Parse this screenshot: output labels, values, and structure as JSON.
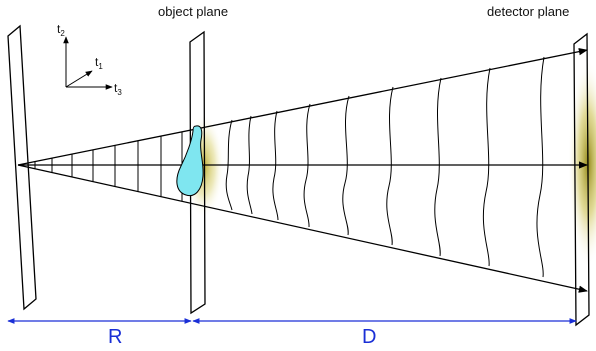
{
  "labels": {
    "object_plane": "object plane",
    "detector_plane": "detector plane",
    "distance_r": "R",
    "distance_d": "D"
  },
  "axes": {
    "t1_base": "t",
    "t1_sub": "1",
    "t2_base": "t",
    "t2_sub": "2",
    "t3_base": "t",
    "t3_sub": "3"
  },
  "colors": {
    "line": "#000000",
    "dimension": "#1a2fd6",
    "object": "#7fe6f0",
    "glow": "#b5a61e"
  }
}
